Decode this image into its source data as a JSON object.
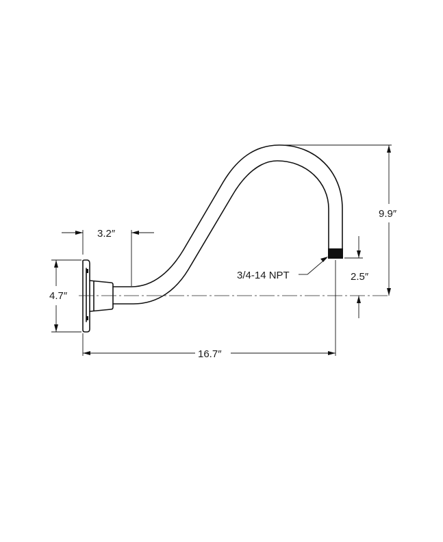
{
  "dimensions": {
    "offset_label": "3.2″",
    "plate_height_label": "4.7″",
    "total_height_label": "9.9″",
    "drop_label": "2.5″",
    "reach_label": "16.7″",
    "thread_label": "3/4-14 NPT"
  }
}
